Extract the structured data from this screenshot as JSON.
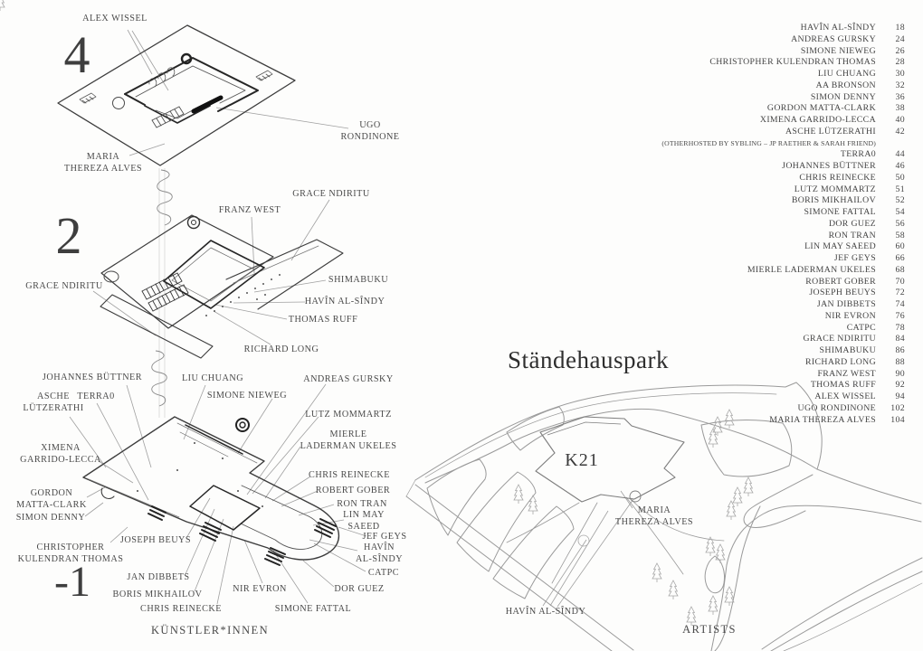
{
  "index": {
    "entries": [
      {
        "name": "HAVÎN AL-SÎNDY",
        "page": "18"
      },
      {
        "name": "ANDREAS GURSKY",
        "page": "24"
      },
      {
        "name": "SIMONE NIEWEG",
        "page": "26"
      },
      {
        "name": "CHRISTOPHER KULENDRAN THOMAS",
        "page": "28"
      },
      {
        "name": "LIU CHUANG",
        "page": "30"
      },
      {
        "name": "AA BRONSON",
        "page": "32"
      },
      {
        "name": "SIMON DENNY",
        "page": "36"
      },
      {
        "name": "GORDON MATTA-CLARK",
        "page": "38"
      },
      {
        "name": "XIMENA GARRIDO-LECCA",
        "page": "40"
      },
      {
        "name": "ASCHE LÜTZERATHI",
        "page": "42"
      },
      {
        "name": "(OTHERHOSTED BY SYBLING – JP RAETHER & SARAH FRIEND)",
        "page": "",
        "cls": "note"
      },
      {
        "name": "TERRA0",
        "page": "44"
      },
      {
        "name": "JOHANNES BÜTTNER",
        "page": "46"
      },
      {
        "name": "CHRIS REINECKE",
        "page": "50"
      },
      {
        "name": "LUTZ MOMMARTZ",
        "page": "51"
      },
      {
        "name": "BORIS MIKHAILOV",
        "page": "52"
      },
      {
        "name": "SIMONE FATTAL",
        "page": "54"
      },
      {
        "name": "DOR GUEZ",
        "page": "56"
      },
      {
        "name": "RON TRAN",
        "page": "58"
      },
      {
        "name": "LIN MAY SAEED",
        "page": "60"
      },
      {
        "name": "JEF GEYS",
        "page": "66"
      },
      {
        "name": "MIERLE LADERMAN UKELES",
        "page": "68"
      },
      {
        "name": "ROBERT GOBER",
        "page": "70"
      },
      {
        "name": "JOSEPH BEUYS",
        "page": "72"
      },
      {
        "name": "JAN DIBBETS",
        "page": "74"
      },
      {
        "name": "NIR EVRON",
        "page": "76"
      },
      {
        "name": "CATPC",
        "page": "78"
      },
      {
        "name": "GRACE NDIRITU",
        "page": "84"
      },
      {
        "name": "SHIMABUKU",
        "page": "86"
      },
      {
        "name": "RICHARD LONG",
        "page": "88"
      },
      {
        "name": "FRANZ WEST",
        "page": "90"
      },
      {
        "name": "THOMAS RUFF",
        "page": "92"
      },
      {
        "name": "ALEX WISSEL",
        "page": "94"
      },
      {
        "name": "UGO RONDINONE",
        "page": "102"
      },
      {
        "name": "MARIA THEREZA ALVES",
        "page": "104"
      }
    ]
  },
  "axon": {
    "level4": {
      "numeral": "4",
      "labels": {
        "alex_wissel": "ALEX WISSEL",
        "ugo_rondinone": "UGO\nRONDINONE",
        "maria_thereza_alves": "MARIA\nTHEREZA ALVES"
      }
    },
    "level2": {
      "numeral": "2",
      "labels": {
        "grace_ndiritu_top": "GRACE NDIRITU",
        "franz_west": "FRANZ WEST",
        "grace_ndiritu_left": "GRACE NDIRITU",
        "shimabuku": "SHIMABUKU",
        "havin_al_sindy": "HAVÎN AL-SÎNDY",
        "thomas_ruff": "THOMAS RUFF",
        "richard_long": "RICHARD LONG"
      }
    },
    "level_minus_1": {
      "numeral": "-1",
      "labels": {
        "johannes_buttner": "JOHANNES BÜTTNER",
        "liu_chuang": "LIU CHUANG",
        "terra0": "TERRA0",
        "asche_lutzerathi": "ASCHE\nLÜTZERATHI",
        "andreas_gursky": "ANDREAS GURSKY",
        "simone_nieweg": "SIMONE NIEWEG",
        "lutz_mommartz": "LUTZ MOMMARTZ",
        "mierle_laderman_ukeles": "MIERLE\nLADERMAN UKELES",
        "ximena_garrido_lecca": "XIMENA\nGARRIDO-LECCA",
        "chris_reinecke_right": "CHRIS REINECKE",
        "robert_gober": "ROBERT GOBER",
        "gordon_matta_clark": "GORDON\nMATTA-CLARK",
        "ron_tran": "RON TRAN",
        "simon_denny": "SIMON DENNY",
        "lin_may_saeed": "LIN MAY\nSAEED",
        "joseph_beuys": "JOSEPH BEUYS",
        "jef_geys": "JEF GEYS",
        "christopher_kulendran_thomas": "CHRISTOPHER\nKULENDRAN THOMAS",
        "havin_al_sindy": "HAVÎN\nAL-SÎNDY",
        "catpc": "CATPC",
        "jan_dibbets": "JAN DIBBETS",
        "nir_evron": "NIR EVRON",
        "dor_guez": "DOR GUEZ",
        "boris_mikhailov": "BORIS MIKHAILOV",
        "chris_reinecke_bottom": "CHRIS REINECKE",
        "simone_fattal": "SIMONE FATTAL"
      }
    },
    "footer_left": "KÜNSTLER*INNEN"
  },
  "park": {
    "title": "Ständehauspark",
    "building_label": "K21",
    "labels": {
      "maria_thereza_alves": "MARIA\nTHEREZA ALVES",
      "havin_al_sindy": "HAVÎN AL-SÎNDY"
    },
    "footer_right": "ARTISTS"
  },
  "colors": {
    "ink": "#4a4a4a",
    "heavy_wall": "#262626",
    "pencil": "#8f8f8f",
    "leader": "#a0a0a0"
  }
}
